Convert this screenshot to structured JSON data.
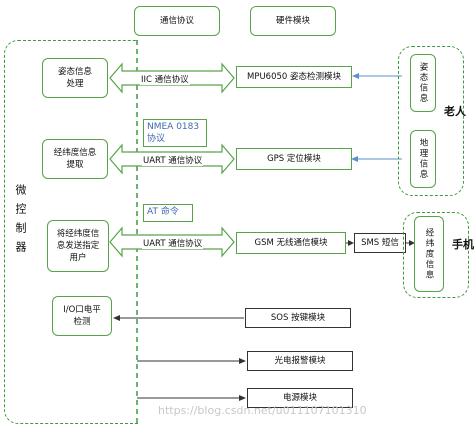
{
  "headers": {
    "comm": "通信协议",
    "hw": "硬件模块"
  },
  "controller": {
    "label": "微控制器"
  },
  "modules": {
    "posture": "姿态信息处理",
    "latlon_fetch": "经纬度信息提取",
    "latlon_send": "将经纬度信息发送指定用户",
    "io": "I/O口电平检测"
  },
  "protocols": {
    "iic": "IIC 通信协议",
    "uart1": "UART 通信协议",
    "uart2": "UART 通信协议"
  },
  "notes": {
    "nmea": "NMEA 0183 协议",
    "at": "AT 命令"
  },
  "hardware": {
    "mpu": "MPU6050 姿态检测模块",
    "gps": "GPS 定位模块",
    "gsm": "GSM 无线通信模块",
    "sos": "SOS 按键模块",
    "alarm": "光电报警模块",
    "power": "电源模块"
  },
  "sms": "SMS 短信",
  "elder": {
    "title": "老人",
    "posture": "姿态信息",
    "geo": "地理信息"
  },
  "phone": {
    "title": "手机",
    "latlon": "经纬度信息"
  },
  "watermark": "https://blog.csdn.net/u011107101310",
  "colors": {
    "green": "#58a24a",
    "blue": "#5b8fd0",
    "note_text": "#3f68b2"
  }
}
